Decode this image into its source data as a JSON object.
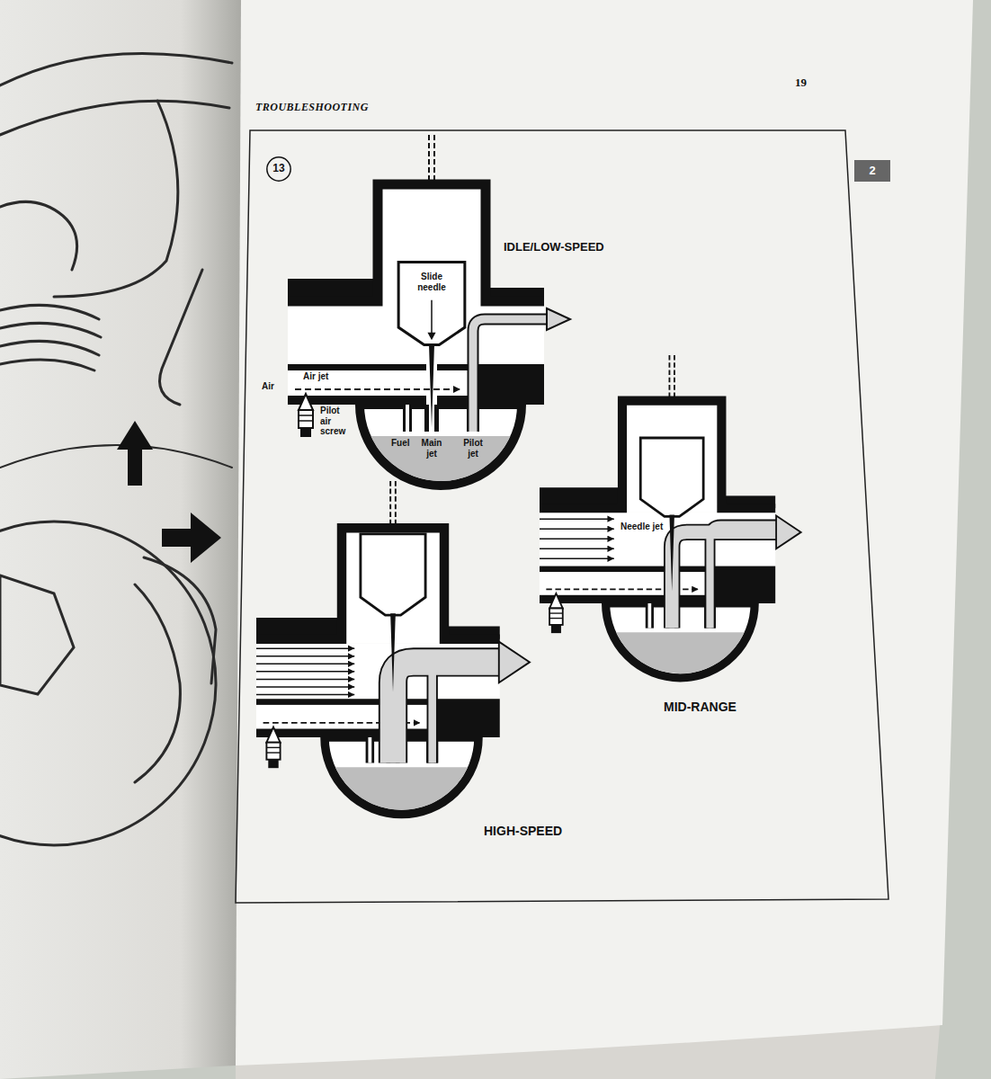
{
  "diagram": {
    "nodes": [
      {
        "text": [
          "13"
        ]
      },
      {
        "text": [
          "2"
        ]
      },
      {
        "text": [
          "Slide needle"
        ]
      }
    ],
    "labels": [
      "19",
      "TROUBLESHOOTING",
      "IDLE/LOW-SPEED",
      "Air jet",
      "Air",
      "Pilot air screw",
      "Fuel",
      "Main jet",
      "Pilot jet",
      "Needle jet",
      "MID-RANGE",
      "HIGH-SPEED"
    ]
  }
}
